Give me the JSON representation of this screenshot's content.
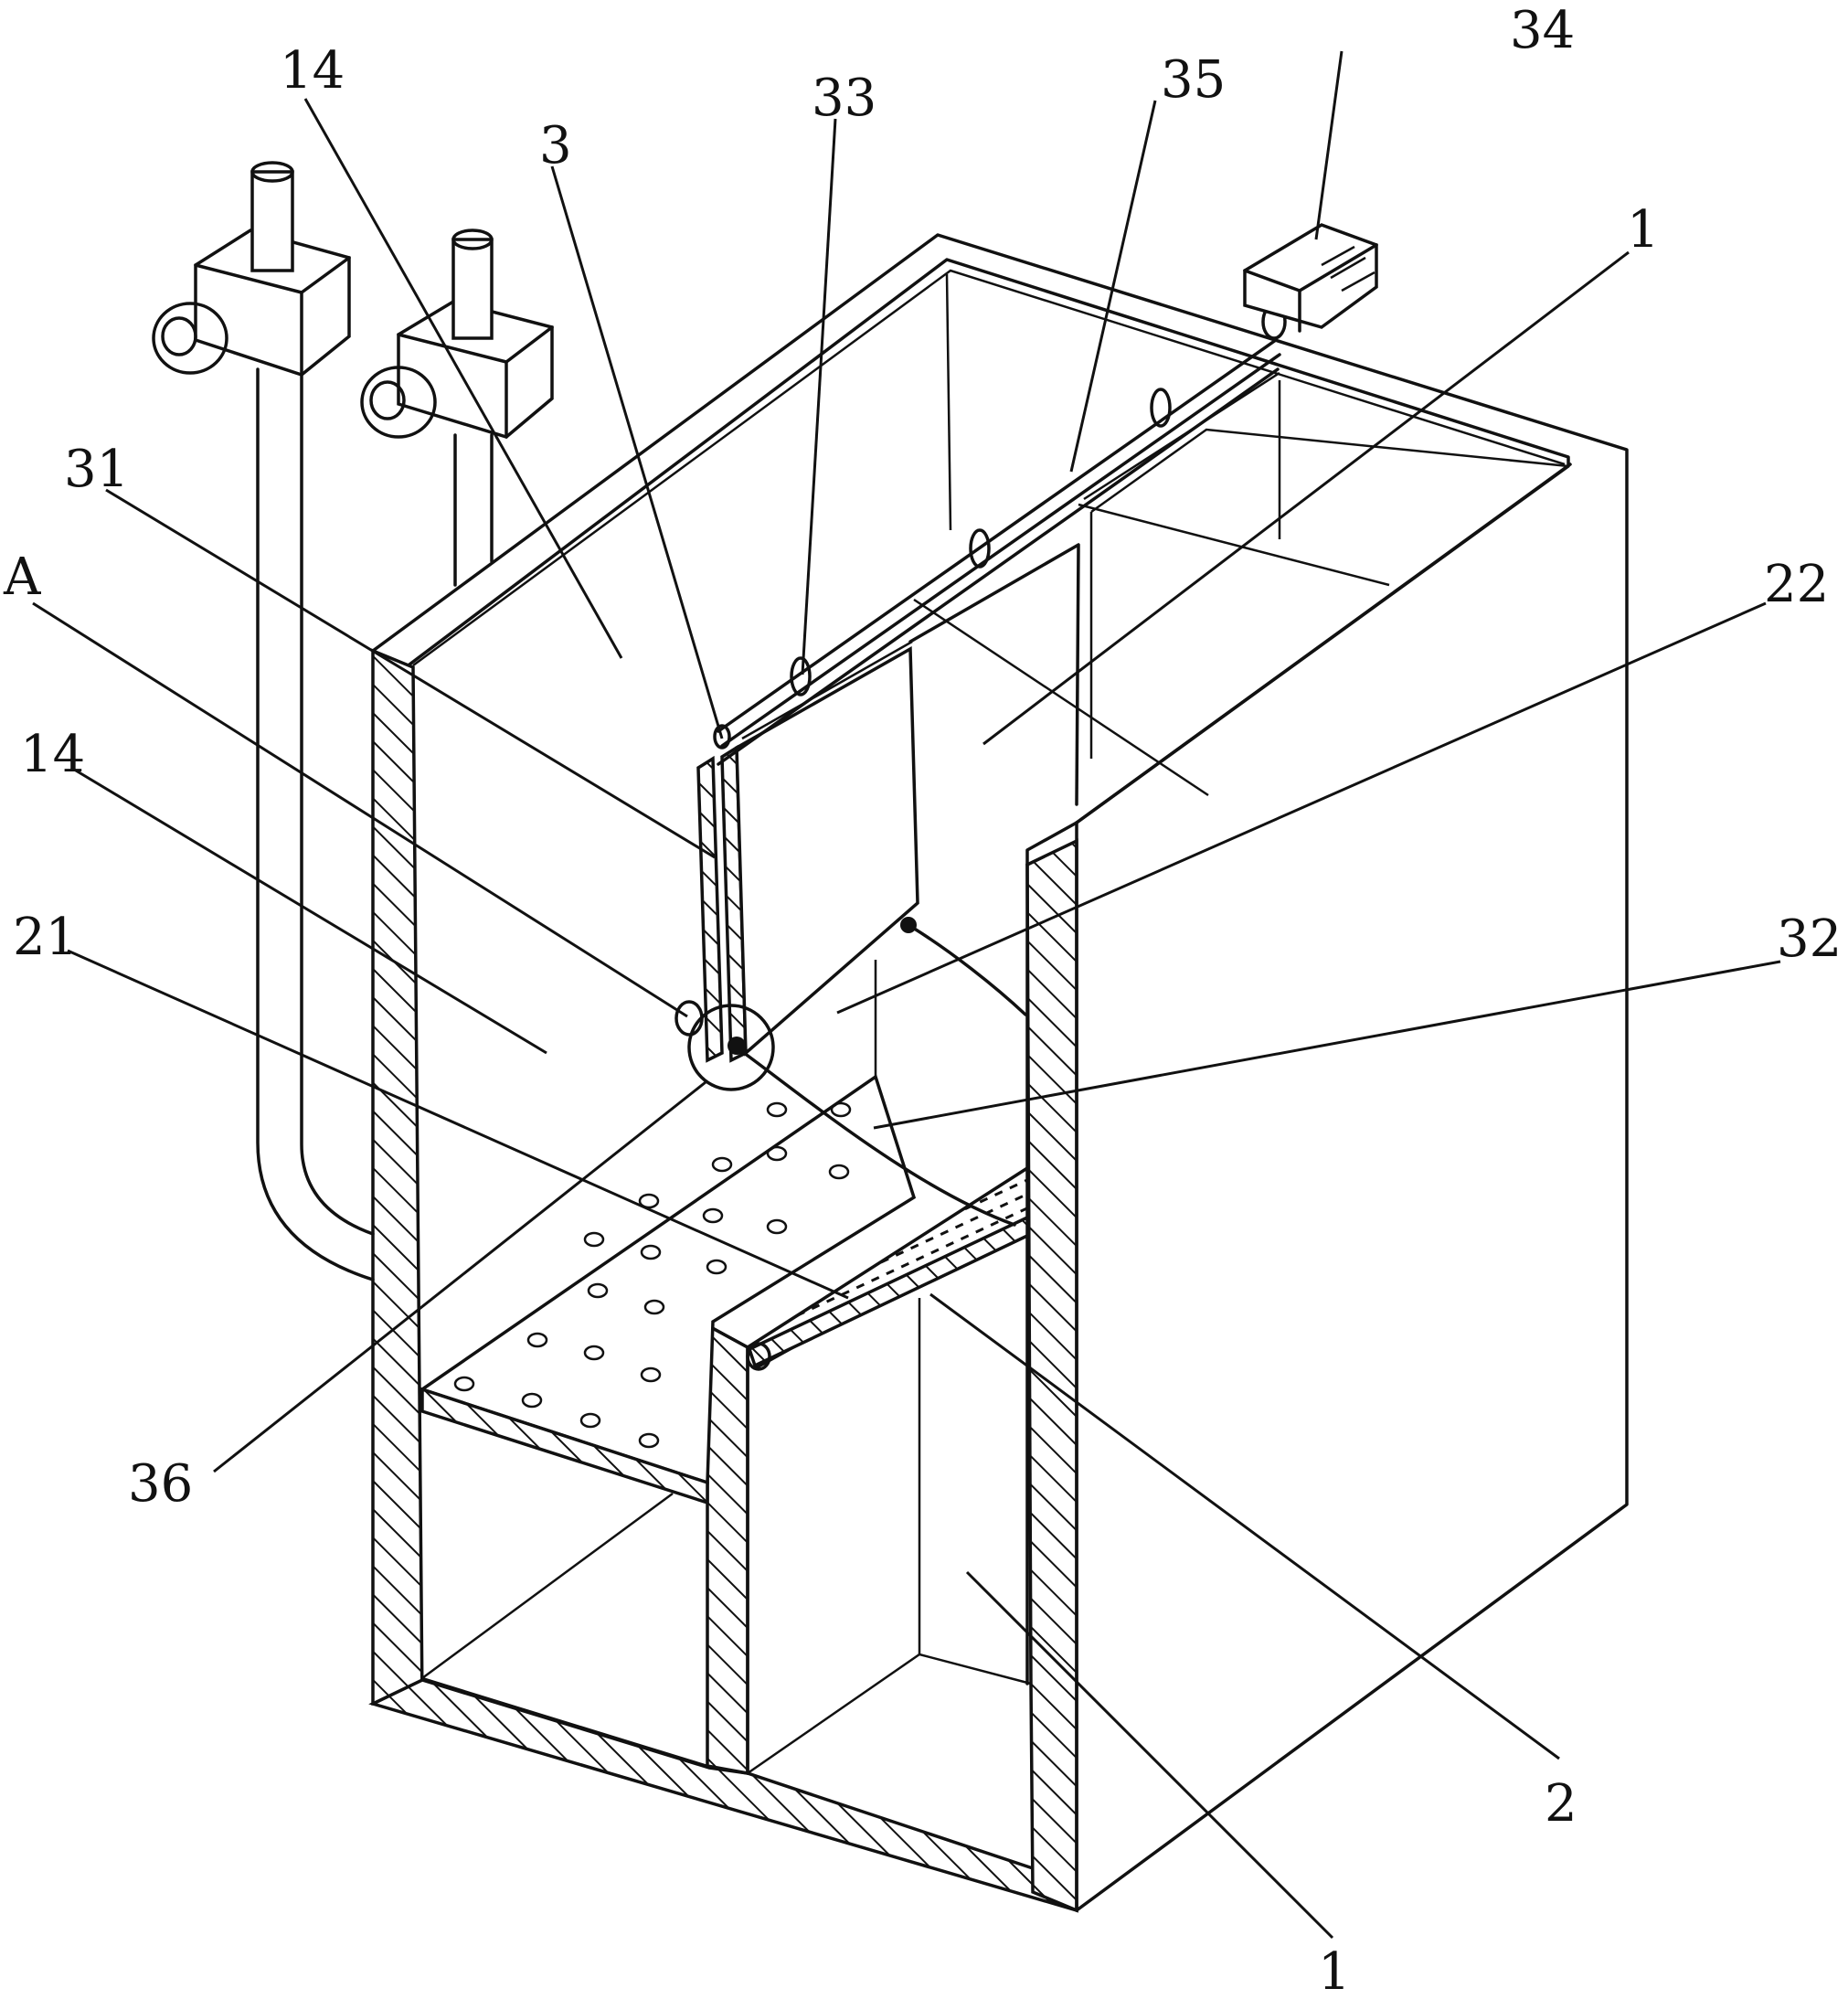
{
  "diagram": {
    "labels": {
      "label_34": "34",
      "label_14_top": "14",
      "label_33": "33",
      "label_35": "35",
      "label_3": "3",
      "label_1_top": "1",
      "label_31": "31",
      "label_A": "A",
      "label_22": "22",
      "label_14_mid": "14",
      "label_21": "21",
      "label_32": "32",
      "label_36": "36",
      "label_2": "2",
      "label_1_bottom": "1"
    }
  }
}
